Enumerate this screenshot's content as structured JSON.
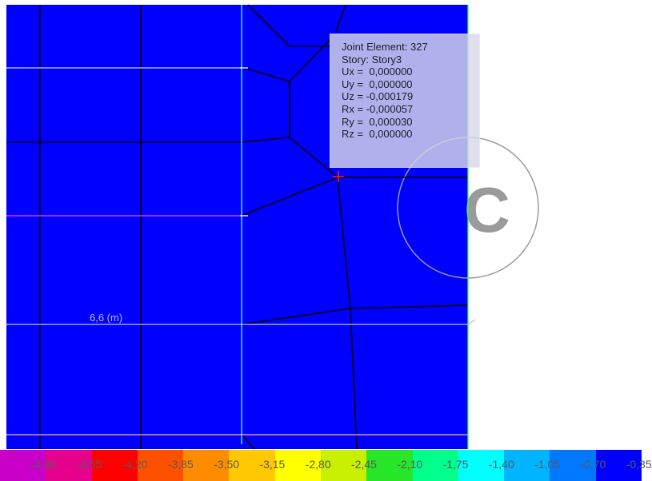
{
  "tooltip": {
    "title": "Joint Element: 327",
    "story": "Story: Story3",
    "ux": "Ux =  0,000000",
    "uy": "Uy =  0,000000",
    "uz": "Uz = -0,000179",
    "rx": "Rx = -0,000057",
    "ry": "Ry =  0,000030",
    "rz": "Rz =  0,000000"
  },
  "dimension_label": "6,6 (m)",
  "watermark_letter": "C",
  "colors": {
    "slab": "#0000ff",
    "background": "#ffffff",
    "mesh_line": "#000000",
    "gridline": "#c8c8ff",
    "gridline_accent": "#ff30ff",
    "cursor": "#ff2020"
  },
  "legend": {
    "labels": [
      "-4,90",
      "-4,55",
      "-4,20",
      "-3,85",
      "-3,50",
      "-3,15",
      "-2,80",
      "-2,45",
      "-2,10",
      "-1,75",
      "-1,40",
      "-1,05",
      "-0,70",
      "-0,35"
    ],
    "colors": [
      "#c800c8",
      "#e6008c",
      "#ff0000",
      "#ff5000",
      "#ff8c00",
      "#ffc800",
      "#ffff00",
      "#c8f000",
      "#28e628",
      "#00ff8c",
      "#00ffff",
      "#00b4ff",
      "#0078ff",
      "#0000ff"
    ]
  }
}
